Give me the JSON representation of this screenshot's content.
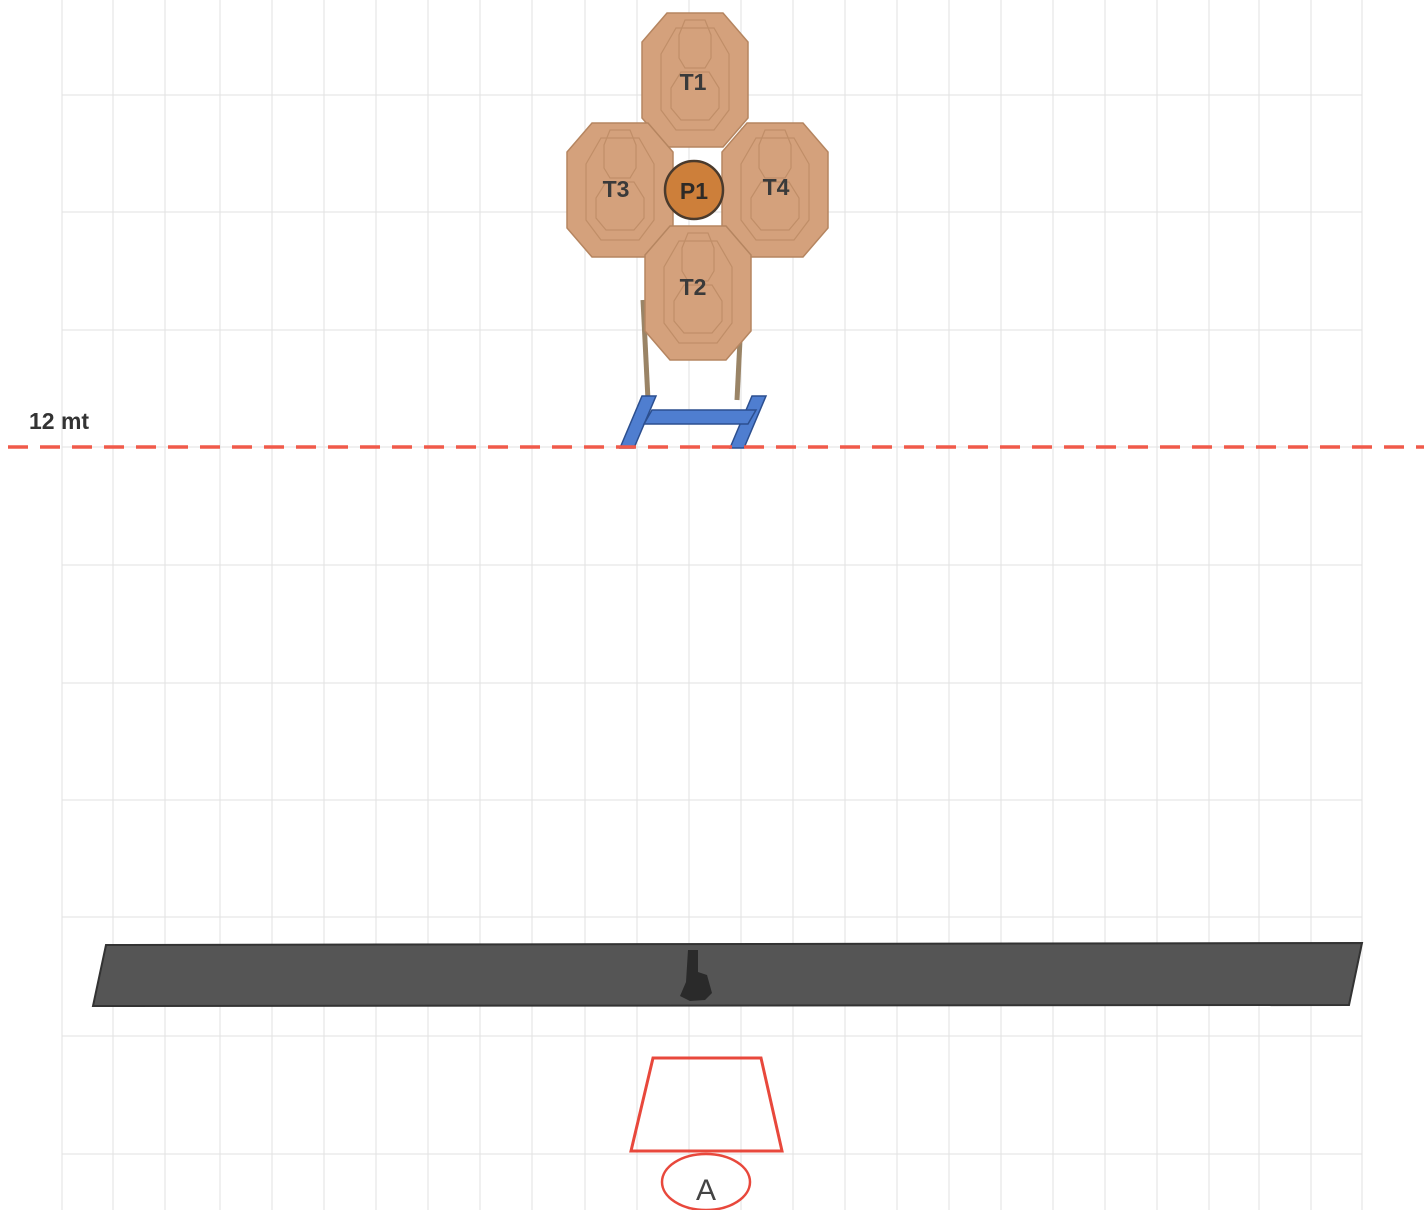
{
  "distance_line": {
    "label": "12 mt",
    "color": "#f05a4a"
  },
  "targets": [
    {
      "id": "T1",
      "label": "T1"
    },
    {
      "id": "T2",
      "label": "T2"
    },
    {
      "id": "T3",
      "label": "T3"
    },
    {
      "id": "T4",
      "label": "T4"
    }
  ],
  "popper": {
    "label": "P1",
    "color": "#cd7f3a"
  },
  "target_color": "#d4a17c",
  "stand_color": "#4f7ed0",
  "barricade_color": "#555555",
  "shooting_box": {
    "label": "A",
    "color": "#e8483c"
  },
  "props": {
    "pistol": "pistol-icon"
  }
}
